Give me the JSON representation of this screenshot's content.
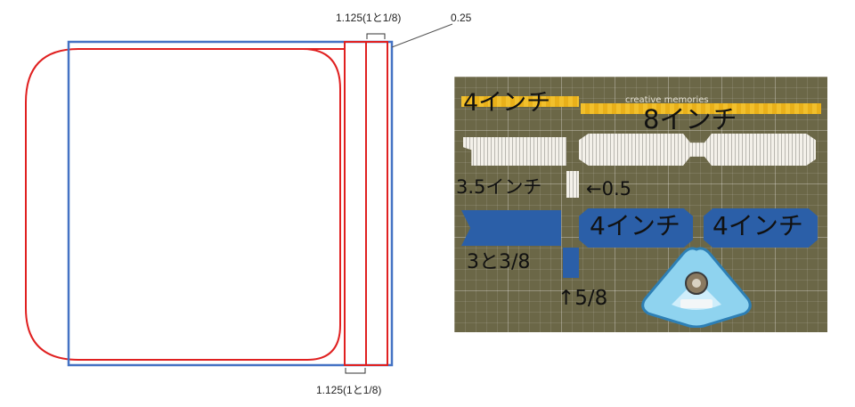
{
  "diagram": {
    "label_top": "1.125(1と1/8)",
    "label_right": "0.25",
    "label_bottom": "1.125(1と1/8)",
    "colors": {
      "outline_red": "#e02020",
      "outline_blue": "#4472c4"
    }
  },
  "photo": {
    "labels": {
      "yellow_small": "4インチ",
      "yellow_long": "8インチ",
      "white_small": "3.5インチ",
      "white_narrow": "←0.5",
      "blue_tag_1": "4インチ",
      "blue_tag_2": "4インチ",
      "blue_small": "3と3/8",
      "blue_narrow": "↑5/8"
    },
    "brand": "creative memories",
    "colors": {
      "mat": "#6b6747",
      "blue_paper": "#2b5fa8",
      "yellow_paper": "#f2c02c",
      "punch": "#8fd3ef"
    }
  }
}
